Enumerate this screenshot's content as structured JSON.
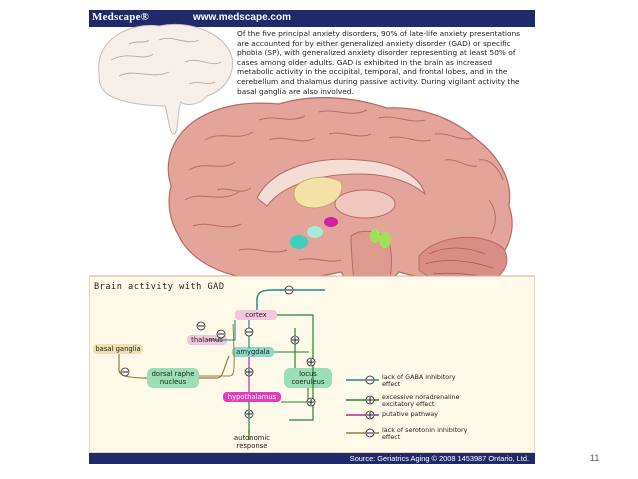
{
  "header": {
    "brand": "Medscape®",
    "url": "www.medscape.com"
  },
  "caption": "Of the five principal anxiety disorders, 90% of late-life anxiety presentations are accounted for by either generalized anxiety disorder (GAD) or specific phobia (SP), with generalized anxiety disorder representing at least 50% of cases among older adults. GAD is exhibited in the brain as increased metabolic activity in the occipital, temporal, and frontal lobes, and in the cerebellum and thalamus during passive activity. During vigilant activity the basal ganglia are also involved.",
  "diagram": {
    "title": "Brain activity with GAD",
    "nodes": {
      "cortex": "cortex",
      "thalamus": "thalamus",
      "amygdala": "amygdala",
      "basal_ganglia": "basal ganglia",
      "dorsal_raphe": "dorsal raphe\nnucleus",
      "locus": "locus\ncoeruleus",
      "hypothalamus": "hypothalamus",
      "autonomic": "autonomic\nresponse"
    },
    "legend": [
      {
        "label": "lack of GABA inhibitory\neffect",
        "color": "#1a8a8a",
        "symbol": "minus"
      },
      {
        "label": "excessive noradrenaline\nexcitatory effect",
        "color": "#1a8a2a",
        "symbol": "plus"
      },
      {
        "label": "putative pathway",
        "color": "#b02aa0",
        "symbol": "plus"
      },
      {
        "label": "lack of serotonin inhibitory\neffect",
        "color": "#9a7a3a",
        "symbol": "minus"
      }
    ]
  },
  "footer": {
    "source": "Source: Geriatrics Aging © 2008 1453987 Ontario, Ltd."
  },
  "page_number": "11",
  "colors": {
    "banner": "#1f2a6b",
    "brain": "#e3a49a",
    "panel": "#fff9ea",
    "gaba": "#1a8a8a",
    "noradrenaline": "#1a8a2a",
    "putative": "#b02aa0",
    "serotonin": "#9a7a3a"
  }
}
